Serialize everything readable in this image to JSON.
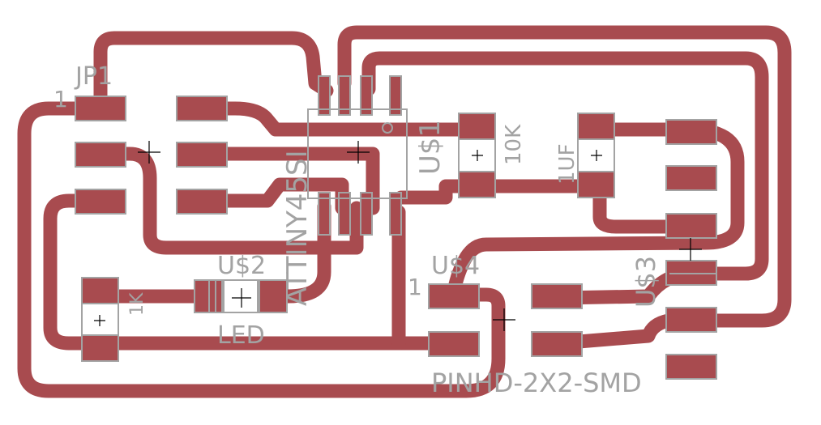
{
  "colors": {
    "copper": "#a84b4f",
    "silkscreen": "#a3a3a3",
    "background": "#ffffff"
  },
  "labels": {
    "jp1": "JP1",
    "jp1_pin1": "1",
    "attiny": "ATTINY45SI",
    "us1": "U$1",
    "r10k": "10K",
    "c1uf": "1UF",
    "us2": "U$2",
    "led": "LED",
    "r1k": "1K",
    "us4": "U$4",
    "us4_pin1": "1",
    "pinhd": "PINHD-2X2-SMD",
    "us3": "U$3"
  }
}
